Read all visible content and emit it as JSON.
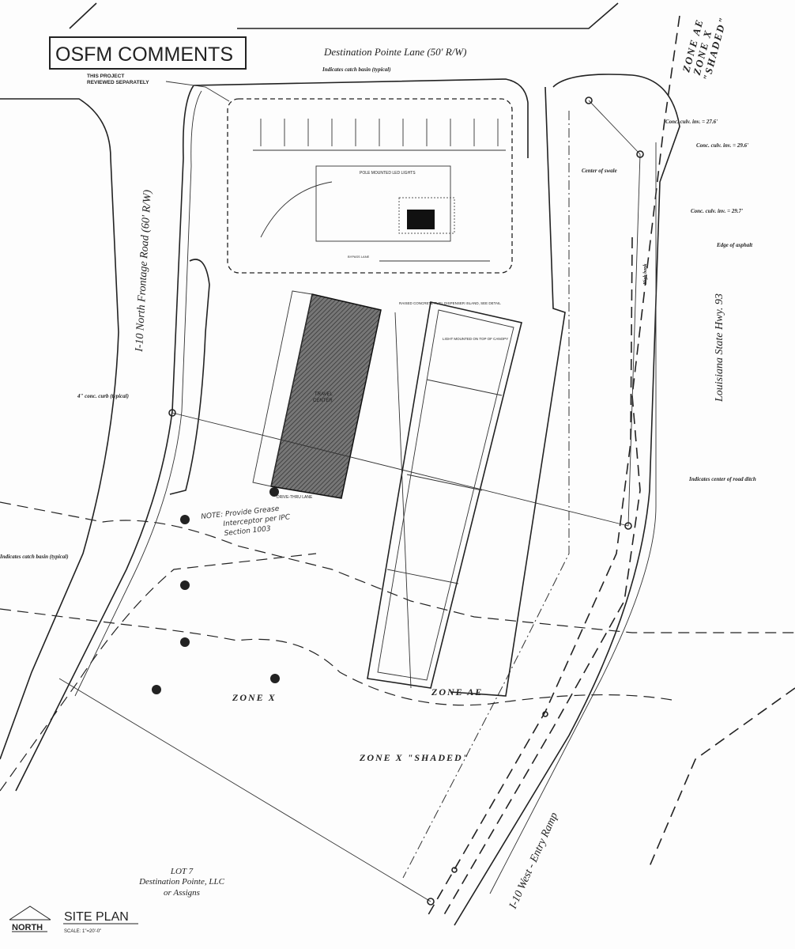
{
  "stamp": {
    "label": "OSFM COMMENTS"
  },
  "roads": {
    "top": "Destination Pointe Lane  (50' R/W)",
    "left": "I-10 North Frontage Road (60' R/W)",
    "right": "Louisiana State Hwy. 93",
    "ramp": "I-10 West - Entry Ramp"
  },
  "callouts": {
    "catch_basin_top": "Indicates catch basin (typical)",
    "catch_basin_left": "Indicates catch basin (typical)",
    "reviewed_line1": "THIS PROJECT",
    "reviewed_line2": "REVIEWED SEPARATELY",
    "culv_1": "Conc. culv. inv. = 27.6'",
    "culv_2": "Conc. culv. inv. = 29.6'",
    "culv_3": "Conc. culv. inv. = 29.7'",
    "swale": "Center of swale",
    "asphalt": "Edge of asphalt",
    "curb": "4\" conc. curb (typical)",
    "road_ditch": "Indicates center of road ditch",
    "high_bank": "High bank"
  },
  "zones": {
    "boundary_top": "ZONE AE",
    "boundary_bottom": "ZONE X",
    "boundary_shaded": "\"SHADED\"",
    "zone_x": "ZONE X",
    "zone_ae": "ZONE AE",
    "zone_x_shaded": "ZONE X \"SHADED\""
  },
  "note": {
    "line1": "NOTE: Provide Grease",
    "line2": "Interceptor per IPC",
    "line3": "Section 1003"
  },
  "building": {
    "line1": "TRAVEL",
    "line2": "CENTER",
    "pole_lights": "POLE MOUNTED LED LIGHTS",
    "drive_lane": "DRIVE-THRU LANE",
    "bypass_lane": "BYPASS LANE"
  },
  "canopy": {
    "island_1": "RAISED CONCRETE FUEL DISPENSER ISLAND, SEE DETAIL",
    "light": "LIGHT MOUNTED ON TOP OF CANOPY"
  },
  "lot": {
    "line1": "LOT 7",
    "line2": "Destination Pointe, LLC",
    "line3": "or Assigns"
  },
  "title_block": {
    "north": "NORTH",
    "title": "SITE PLAN",
    "scale": "SCALE: 1\"=20'-0\""
  }
}
